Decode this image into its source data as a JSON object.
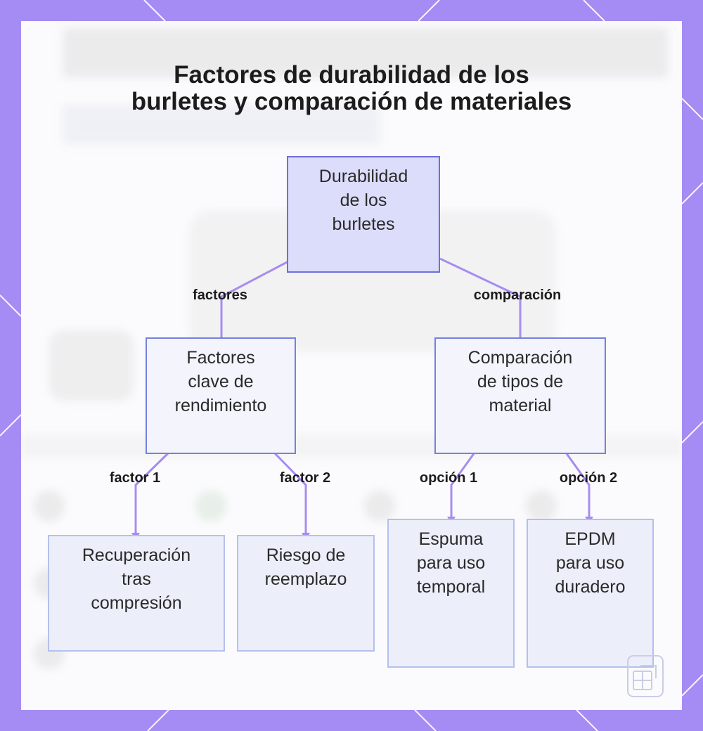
{
  "title_lines": [
    "Factores de durabilidad de los",
    "burletes y comparación de materiales"
  ],
  "nodes": {
    "root": {
      "lines": [
        "Durabilidad",
        "de los",
        "burletes"
      ]
    },
    "factors": {
      "lines": [
        "Factores",
        "clave de",
        "rendimiento"
      ]
    },
    "comparison": {
      "lines": [
        "Comparación",
        "de tipos de",
        "material"
      ]
    },
    "recovery": {
      "lines": [
        "Recuperación",
        "tras",
        "compresión"
      ]
    },
    "replacement": {
      "lines": [
        "Riesgo de",
        "reemplazo"
      ]
    },
    "foam": {
      "lines": [
        "Espuma",
        "para uso",
        "temporal"
      ]
    },
    "epdm": {
      "lines": [
        "EPDM",
        "para uso",
        "duradero"
      ]
    }
  },
  "edge_labels": {
    "factores": "factores",
    "comparacion": "comparación",
    "factor1": "factor 1",
    "factor2": "factor 2",
    "opcion1": "opción 1",
    "opcion2": "opción 2"
  },
  "colors": {
    "frame": "#a48cf4",
    "connector": "#a88cf0",
    "root_fill": "#dcdcfb",
    "node_border": "#7382de",
    "leaf_border": "#b5c0ee"
  },
  "icons": [
    "document-logo-icon"
  ]
}
